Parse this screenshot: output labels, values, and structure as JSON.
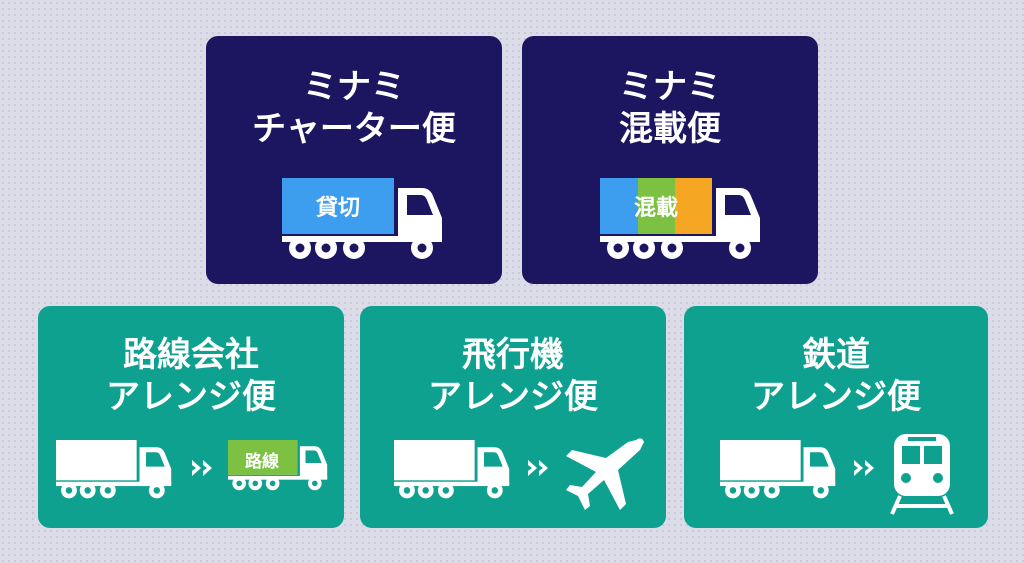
{
  "colors": {
    "navy": "#1c1660",
    "teal": "#0ea190",
    "blue": "#3d9ef0",
    "green": "#7cc142",
    "orange": "#f5a623",
    "white": "#ffffff"
  },
  "cards": [
    {
      "line1": "ミナミ",
      "line2": "チャーター便",
      "tag": "貸切",
      "icon": "charter-truck-icon"
    },
    {
      "line1": "ミナミ",
      "line2": "混載便",
      "tag": "混載",
      "icon": "mixed-load-truck-icon"
    },
    {
      "line1": "路線会社",
      "line2": "アレンジ便",
      "tag": "路線",
      "icon": "truck-to-route-truck-icon"
    },
    {
      "line1": "飛行機",
      "line2": "アレンジ便",
      "icon": "truck-to-airplane-icon"
    },
    {
      "line1": "鉄道",
      "line2": "アレンジ便",
      "icon": "truck-to-train-icon"
    }
  ]
}
